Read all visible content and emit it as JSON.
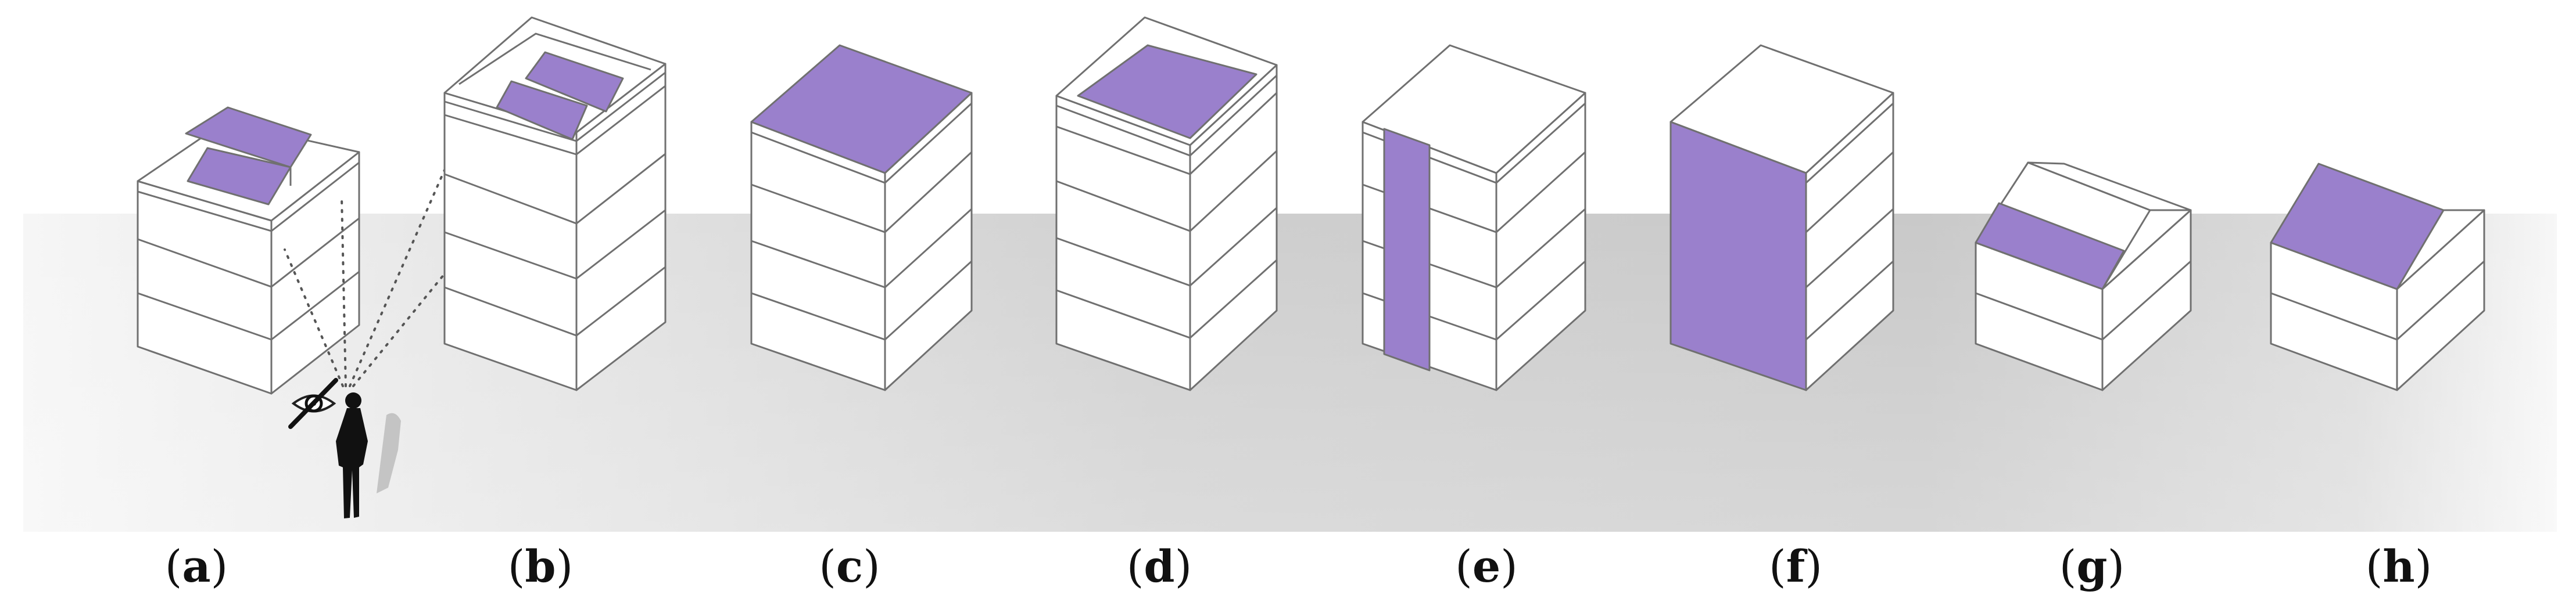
{
  "figure": {
    "panels": [
      {
        "id": "a",
        "open": "(",
        "letter": "a",
        "close": ")"
      },
      {
        "id": "b",
        "open": "(",
        "letter": "b",
        "close": ")"
      },
      {
        "id": "c",
        "open": "(",
        "letter": "c",
        "close": ")"
      },
      {
        "id": "d",
        "open": "(",
        "letter": "d",
        "close": ")"
      },
      {
        "id": "e",
        "open": "(",
        "letter": "e",
        "close": ")"
      },
      {
        "id": "f",
        "open": "(",
        "letter": "f",
        "close": ")"
      },
      {
        "id": "g",
        "open": "(",
        "letter": "g",
        "close": ")"
      },
      {
        "id": "h",
        "open": "(",
        "letter": "h",
        "close": ")"
      }
    ],
    "colors": {
      "pv_panel": "#9A80CC",
      "building_face": "#FFFFFF",
      "outline": "#707070",
      "ground_light": "#F2F2F2",
      "ground_dark": "#C8C8C8",
      "observer": "#111111"
    },
    "icons": {
      "observer": "person-silhouette-icon",
      "view_point": "eye-icon"
    }
  }
}
